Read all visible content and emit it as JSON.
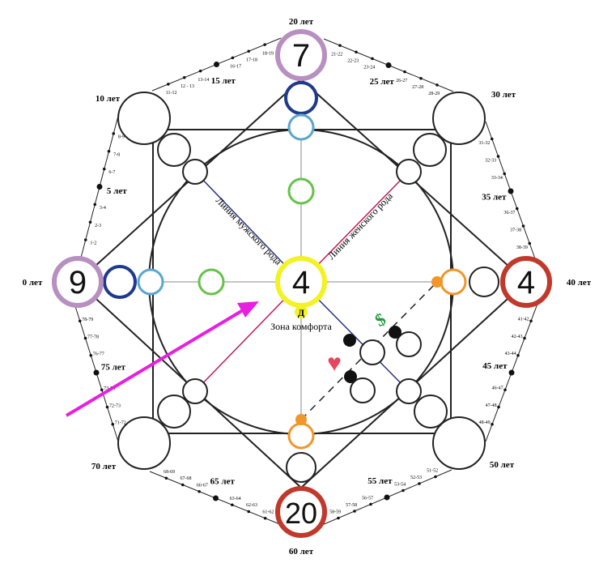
{
  "points": {
    "top": "7",
    "left": "9",
    "center": "4",
    "right": "4",
    "bottom": "20",
    "center_small": "Д"
  },
  "labels": {
    "comfort_zone": "Зона комфорта",
    "male_line": "Линия мужского рода",
    "female_line": "Линия женского рода"
  },
  "symbols": {
    "heart": "♥",
    "dollar": "$"
  },
  "colors": {
    "purple": "#b78fc0",
    "dark_blue": "#1f3a8a",
    "light_blue": "#5aa6cc",
    "green": "#66c24a",
    "yellow": "#f2f224",
    "red": "#c0392b",
    "orange": "#f0962a",
    "magenta": "#e81ee0",
    "pink_line": "#c2185b",
    "navy_line": "#2a3580"
  },
  "ages": {
    "major": [
      "0 лет",
      "10 лет",
      "20 лет",
      "30 лет",
      "40 лет",
      "50 лет",
      "60 лет",
      "70 лет"
    ],
    "edges": [
      [
        "1-2",
        "2-3",
        "3-4",
        "5 лет",
        "6-7",
        "7-8",
        "8-9"
      ],
      [
        "11-12",
        "12 - 13",
        "13-14",
        "15 лет",
        "16-17",
        "17-18",
        "18-19"
      ],
      [
        "21-22",
        "22-23",
        "23-24",
        "25 лет",
        "26-27",
        "27-28",
        "28-29"
      ],
      [
        "31-32",
        "32-33",
        "33-34",
        "35 лет",
        "36-37",
        "37-38",
        "38-39"
      ],
      [
        "41-42",
        "42-43",
        "43-44",
        "45 лет",
        "46-47",
        "47-48",
        "48-49"
      ],
      [
        "51-52",
        "52-53",
        "53-54",
        "55 лет",
        "56-57",
        "57-58",
        "58-59"
      ],
      [
        "61-62",
        "62-63",
        "63-64",
        "65 лет",
        "66-67",
        "67-68",
        "68-69"
      ],
      [
        "71-72",
        "72-73",
        "73-74",
        "75 лет",
        "76-77",
        "77-78",
        "78-79"
      ]
    ]
  }
}
